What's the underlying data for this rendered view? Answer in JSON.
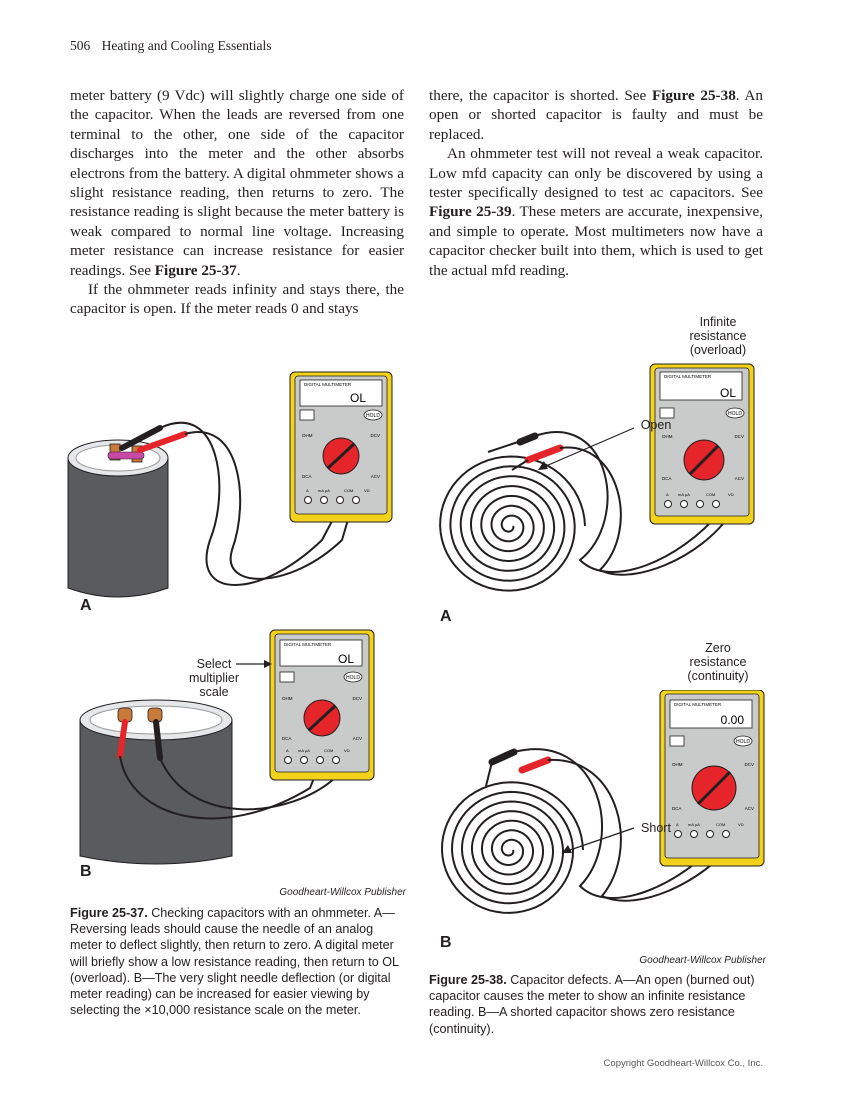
{
  "header": {
    "page_number": "506",
    "book_title": "Heating and Cooling Essentials"
  },
  "left_column": {
    "p1": "meter battery (9 Vdc) will slightly charge one side of the capacitor. When the leads are reversed from one terminal to the other, one side of the capacitor discharges into the meter and the other absorbs electrons from the battery. A digital ohmmeter shows a slight resistance reading, then returns to zero. The resistance reading is slight because the meter battery is weak compared to normal line voltage. Increasing meter resistance can increase resistance for easier readings. See ",
    "p1_ref": "Figure 25-37",
    "p1_end": ".",
    "p2": "If the ohmmeter reads infinity and stays there, the capacitor is open. If the meter reads 0 and stays"
  },
  "right_column": {
    "p1a": "there, the capacitor is shorted. See ",
    "p1_ref": "Figure 25-38",
    "p1b": ". An open or shorted capacitor is faulty and must be replaced.",
    "p2a": "An ohmmeter test will not reveal a weak capacitor. Low mfd capacity can only be discovered by using a tester specifically designed to test ac capacitors. See ",
    "p2_ref": "Figure 25-39",
    "p2b": ". These meters are accurate, inexpensive, and simple to operate. Most multimeters now have a capacitor checker built into them, which is used to get the actual mfd reading."
  },
  "fig37": {
    "label_a": "A",
    "label_b": "B",
    "meter_a_brand": "DIGITAL MULTIMETER",
    "meter_a_reading": "OL",
    "meter_b_brand": "DIGITAL MULTIMETER",
    "meter_b_reading": "OL",
    "hold": "HOLD",
    "dial_ohm": "OHM",
    "dial_dcv": "DCV",
    "dial_dca": "DCA",
    "dial_acv": "ACV",
    "jack_a": "A",
    "jack_ma": "mA µA",
    "jack_com": "COM",
    "jack_v": "VΩ",
    "callout_line1": "Select",
    "callout_line2": "multiplier",
    "callout_line3": "scale",
    "credit": "Goodheart-Willcox Publisher",
    "caption_num": "Figure 25-37.",
    "caption_text": " Checking capacitors with an ohmmeter. A—Reversing leads should cause the needle of an analog meter to deflect slightly, then return to zero. A digital meter will briefly show a low resistance reading, then return to OL (overload). B—The very slight needle deflection (or digital meter reading) can be increased for easier viewing by selecting the ×10,000 resistance scale on the meter."
  },
  "fig38": {
    "label_a": "A",
    "label_b": "B",
    "top_a_line1": "Infinite",
    "top_a_line2": "resistance",
    "top_a_line3": "(overload)",
    "meter_a_reading": "OL",
    "callout_open": "Open",
    "top_b_line1": "Zero",
    "top_b_line2": "resistance",
    "top_b_line3": "(continuity)",
    "meter_b_reading": "0.00",
    "callout_short": "Short",
    "credit": "Goodheart-Willcox Publisher",
    "caption_num": "Figure 25-38.",
    "caption_text": " Capacitor defects. A—An open (burned out) capacitor causes the meter to show an infinite resistance reading. B—A shorted capacitor shows zero resistance (continuity)."
  },
  "footer": {
    "copyright": "Copyright Goodheart-Willcox Co., Inc."
  },
  "colors": {
    "meter_yellow": "#f2d21a",
    "dial_red": "#e5252a",
    "body_gray": "#c9caca",
    "cap_gray": "#5a5b5d"
  }
}
